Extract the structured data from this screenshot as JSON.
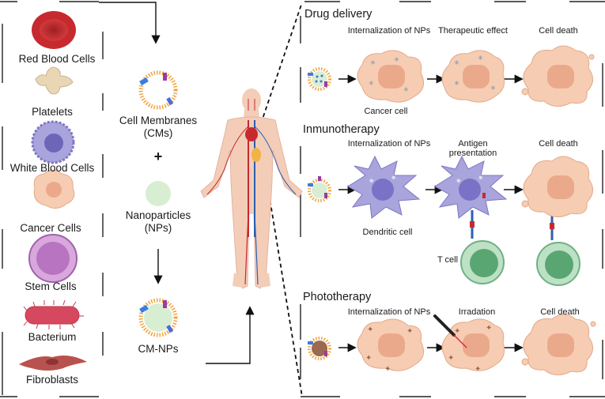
{
  "left_cells": [
    "Red Blood Cells",
    "Platelets",
    "White Blood Cells",
    "Cancer Cells",
    "Stem Cells",
    "Bacterium",
    "Fibroblasts"
  ],
  "middle": {
    "cm_label": "Cell Membranes\n(CMs)",
    "plus": "+",
    "np_label": "Nanoparticles\n(NPs)",
    "cmnp_label": "CM-NPs"
  },
  "sections": {
    "drug": {
      "title": "Drug delivery",
      "steps": [
        "Internalization of NPs",
        "Therapeutic effect",
        "Cell death"
      ],
      "cell_label": "Cancer cell"
    },
    "immuno": {
      "title": "Inmunotherapy",
      "steps": [
        "Internalization of NPs",
        "Antigen presentation",
        "Cell death"
      ],
      "cell_label": "Dendritic cell",
      "tcell_label": "T cell"
    },
    "photo": {
      "title": "Phototherapy",
      "steps": [
        "Internalization of NPs",
        "Irradation",
        "Cell death"
      ]
    }
  },
  "colors": {
    "rbc": "#c62a2f",
    "platelet": "#e9d6b5",
    "wbc": "#a9a4dc",
    "cancer": "#f6cdb2",
    "stem": "#c98ccf",
    "bacterium": "#d6485f",
    "fibroblast": "#b8524f",
    "dendritic": "#9c97d8",
    "tcell": "#9fceac",
    "np": "#d8eed3"
  }
}
